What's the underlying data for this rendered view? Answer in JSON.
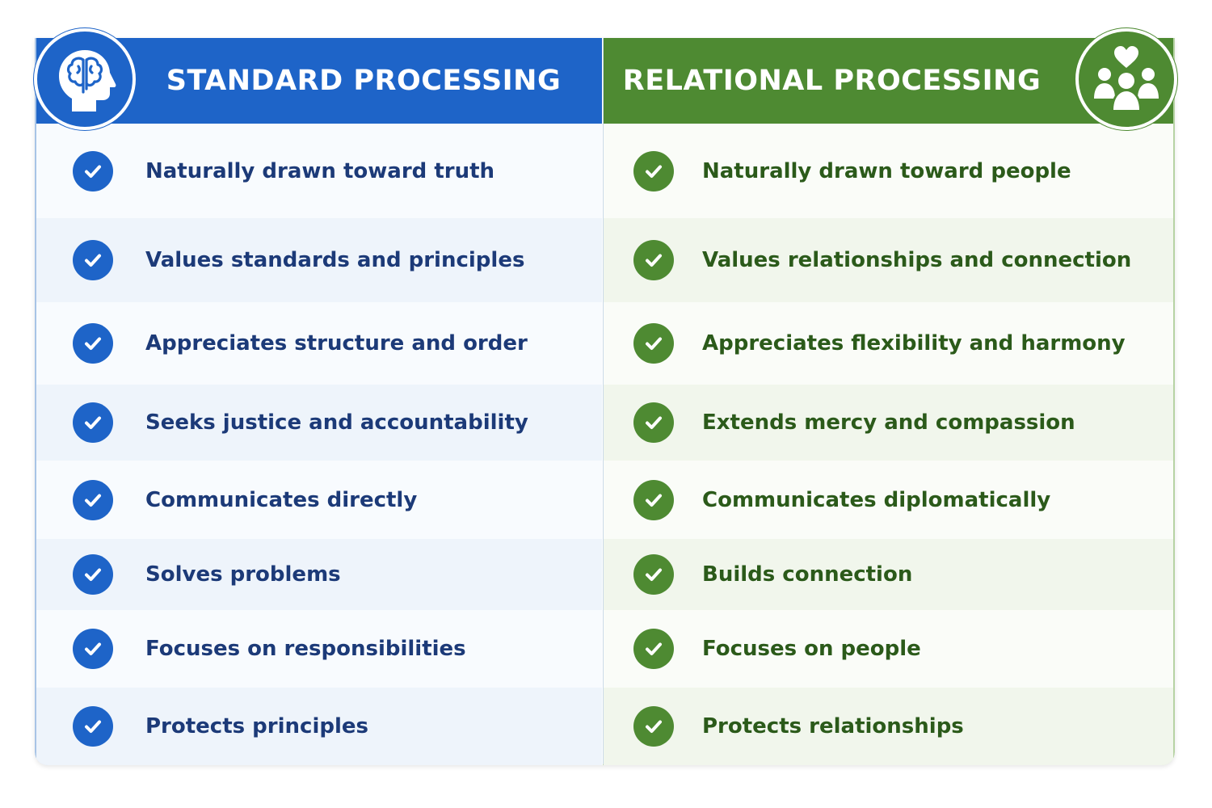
{
  "left": {
    "title": "STANDARD PROCESSING",
    "icon": "head-brain-icon",
    "accent": "#1e64c8",
    "items": [
      "Naturally drawn toward truth",
      "Values standards and principles",
      "Appreciates structure and order",
      "Seeks justice and accountability",
      "Communicates directly",
      "Solves problems",
      "Focuses on responsibilities",
      "Protects principles"
    ]
  },
  "right": {
    "title": "RELATIONAL PROCESSING",
    "icon": "people-heart-icon",
    "accent": "#4e8a32",
    "items": [
      "Naturally drawn toward people",
      "Values relationships and connection",
      "Appreciates flexibility and harmony",
      "Extends mercy and compassion",
      "Communicates diplomatically",
      "Builds connection",
      "Focuses on people",
      "Protects relationships"
    ]
  }
}
